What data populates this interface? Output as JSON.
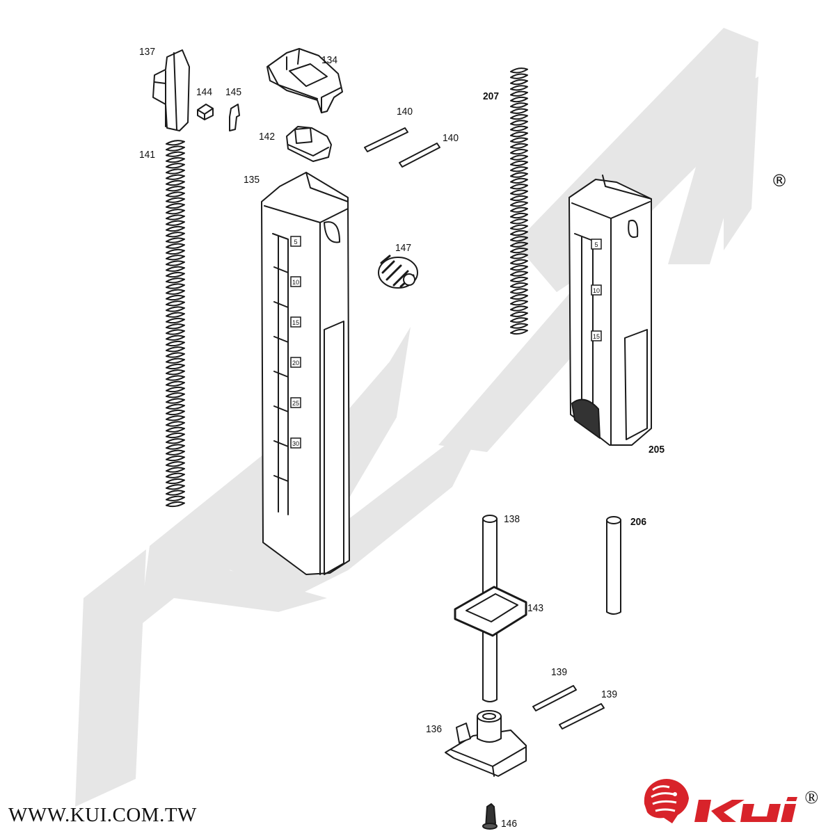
{
  "labels": {
    "p134": "134",
    "p135": "135",
    "p136": "136",
    "p137": "137",
    "p138": "138",
    "p139a": "139",
    "p139b": "139",
    "p140a": "140",
    "p140b": "140",
    "p141": "141",
    "p142": "142",
    "p143": "143",
    "p144": "144",
    "p145": "145",
    "p146": "146",
    "p147": "147",
    "p205": "205",
    "p206": "206",
    "p207": "207"
  },
  "magazine_marks": [
    "5",
    "10",
    "15",
    "20",
    "25",
    "30"
  ],
  "magazine2_marks": [
    "5",
    "10",
    "15"
  ],
  "footer": {
    "website": "WWW.KUI.COM.TW",
    "brand_reg": "®"
  },
  "registered_mark": "®",
  "colors": {
    "watermark": "#e7e7e7",
    "line": "#1a1a1a",
    "brand_red": "#d8232a"
  },
  "icons": [
    "lion-head-logo-icon",
    "kui-wordmark-icon"
  ]
}
